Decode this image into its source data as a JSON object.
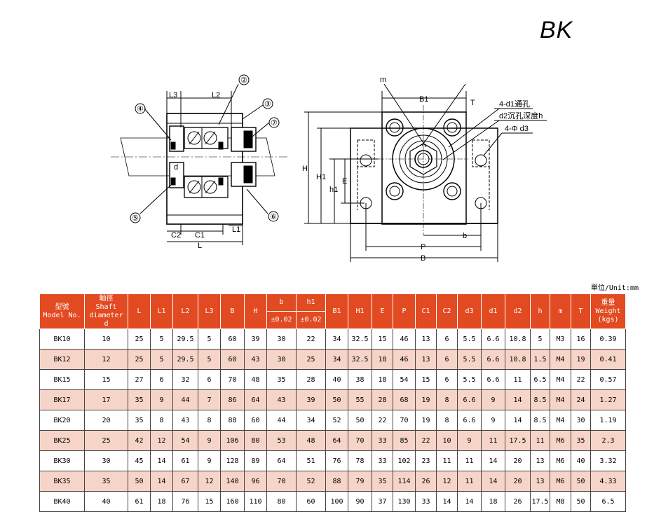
{
  "title": "BK",
  "unit_label": "單位/Unit:mm",
  "drawing_labels": {
    "left": {
      "L3": "L3",
      "L2": "L2",
      "C2": "C2",
      "C1": "C1",
      "L": "L",
      "L1": "L1",
      "d": "d",
      "c2": "②",
      "c3": "③",
      "c4": "④",
      "c5": "⑤",
      "c6": "⑥",
      "c7": "⑦"
    },
    "right": {
      "m": "m",
      "B1": "B1",
      "T": "T",
      "d1": "4-d1通孔",
      "d2": "d2沉孔深度h",
      "d3": "4-Φ d3",
      "H": "H",
      "H1": "H1",
      "h1": "h1",
      "E": "E",
      "b": "b",
      "P": "P",
      "B": "B"
    }
  },
  "table": {
    "headers": {
      "model_zh": "型號",
      "model_en": "Model No.",
      "shaft_zh": "軸徑",
      "shaft_en1": "Shaft",
      "shaft_en2": "diameter",
      "shaft_en3": "d",
      "L": "L",
      "L1": "L1",
      "L2": "L2",
      "L3": "L3",
      "B": "B",
      "H": "H",
      "b": "b",
      "b_tol": "±0.02",
      "h1": "h1",
      "h1_tol": "±0.02",
      "B1": "B1",
      "H1": "H1",
      "E": "E",
      "P": "P",
      "C1": "C1",
      "C2": "C2",
      "d3": "d3",
      "d1": "d1",
      "d2": "d2",
      "h": "h",
      "m": "m",
      "T": "T",
      "weight_zh": "重量",
      "weight_en": "Weight",
      "weight_unit": "(kgs)"
    },
    "rows": [
      [
        "BK10",
        "10",
        "25",
        "5",
        "29.5",
        "5",
        "60",
        "39",
        "30",
        "22",
        "34",
        "32.5",
        "15",
        "46",
        "13",
        "6",
        "5.5",
        "6.6",
        "10.8",
        "5",
        "M3",
        "16",
        "0.39"
      ],
      [
        "BK12",
        "12",
        "25",
        "5",
        "29.5",
        "5",
        "60",
        "43",
        "30",
        "25",
        "34",
        "32.5",
        "18",
        "46",
        "13",
        "6",
        "5.5",
        "6.6",
        "10.8",
        "1.5",
        "M4",
        "19",
        "0.41"
      ],
      [
        "BK15",
        "15",
        "27",
        "6",
        "32",
        "6",
        "70",
        "48",
        "35",
        "28",
        "40",
        "38",
        "18",
        "54",
        "15",
        "6",
        "5.5",
        "6.6",
        "11",
        "6.5",
        "M4",
        "22",
        "0.57"
      ],
      [
        "BK17",
        "17",
        "35",
        "9",
        "44",
        "7",
        "86",
        "64",
        "43",
        "39",
        "50",
        "55",
        "28",
        "68",
        "19",
        "8",
        "6.6",
        "9",
        "14",
        "8.5",
        "M4",
        "24",
        "1.27"
      ],
      [
        "BK20",
        "20",
        "35",
        "8",
        "43",
        "8",
        "88",
        "60",
        "44",
        "34",
        "52",
        "50",
        "22",
        "70",
        "19",
        "8",
        "6.6",
        "9",
        "14",
        "8.5",
        "M4",
        "30",
        "1.19"
      ],
      [
        "BK25",
        "25",
        "42",
        "12",
        "54",
        "9",
        "106",
        "80",
        "53",
        "48",
        "64",
        "70",
        "33",
        "85",
        "22",
        "10",
        "9",
        "11",
        "17.5",
        "11",
        "M6",
        "35",
        "2.3"
      ],
      [
        "BK30",
        "30",
        "45",
        "14",
        "61",
        "9",
        "128",
        "89",
        "64",
        "51",
        "76",
        "78",
        "33",
        "102",
        "23",
        "11",
        "11",
        "14",
        "20",
        "13",
        "M6",
        "40",
        "3.32"
      ],
      [
        "BK35",
        "35",
        "50",
        "14",
        "67",
        "12",
        "140",
        "96",
        "70",
        "52",
        "88",
        "79",
        "35",
        "114",
        "26",
        "12",
        "11",
        "14",
        "20",
        "13",
        "M6",
        "50",
        "4.33"
      ],
      [
        "BK40",
        "40",
        "61",
        "18",
        "76",
        "15",
        "160",
        "110",
        "80",
        "60",
        "100",
        "90",
        "37",
        "130",
        "33",
        "14",
        "14",
        "18",
        "26",
        "17.5",
        "M8",
        "50",
        "6.5"
      ]
    ]
  }
}
